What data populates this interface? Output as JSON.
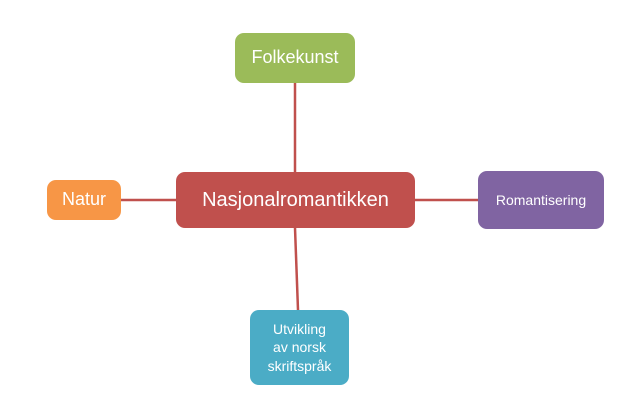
{
  "diagram": {
    "center": {
      "label": "Nasjonalromantikken",
      "color": "#C0504D"
    },
    "nodes": {
      "top": {
        "label": "Folkekunst",
        "color": "#9BBB59"
      },
      "left": {
        "label": "Natur",
        "color": "#F79646"
      },
      "right": {
        "label": "Romantisering",
        "color": "#8064A2"
      },
      "bottom": {
        "lines": [
          "Utvikling",
          "av norsk",
          "skriftspråk"
        ],
        "color": "#4BACC6"
      }
    },
    "connector_color": "#C0504D"
  }
}
